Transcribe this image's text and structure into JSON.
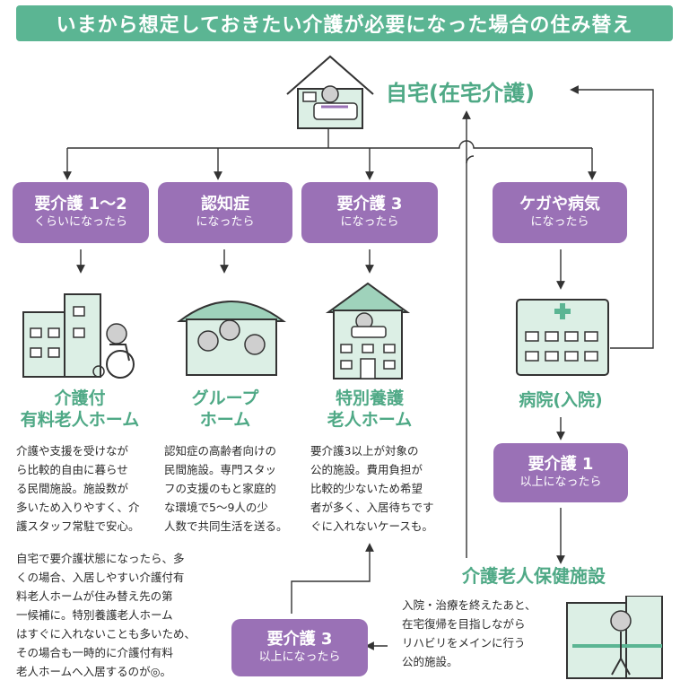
{
  "banner": "いまから想定しておきたい介護が必要になった場合の住み替え",
  "home": {
    "label": "自宅(在宅介護)"
  },
  "conditions": [
    {
      "line1": "要介護 1〜2",
      "line2": "くらいになったら"
    },
    {
      "line1": "認知症",
      "line2": "になったら"
    },
    {
      "line1": "要介護 3",
      "line2": "になったら"
    },
    {
      "line1": "ケガや病気",
      "line2": "になったら"
    }
  ],
  "facilities": [
    {
      "title1": "介護付",
      "title2": "有料老人ホーム",
      "desc": [
        "介護や支援を受けなが",
        "ら比較的自由に暮らせ",
        "る民間施設。施設数が",
        "多いため入りやすく、介",
        "護スタッフ常駐で安心。"
      ]
    },
    {
      "title1": "グループ",
      "title2": "ホーム",
      "desc": [
        "認知症の高齢者向けの",
        "民間施設。専門スタッ",
        "フの支援のもと家庭的",
        "な環境で5〜9人の少",
        "人数で共同生活を送る。"
      ]
    },
    {
      "title1": "特別養護",
      "title2": "老人ホーム",
      "desc": [
        "要介護3以上が対象の",
        "公的施設。費用負担が",
        "比較的少ないため希望",
        "者が多く、入居待ちです",
        "ぐに入れないケースも。"
      ]
    }
  ],
  "hospital": {
    "label": "病院(入院)"
  },
  "care_level1": {
    "line1": "要介護 1",
    "line2": "以上になったら"
  },
  "rehab": {
    "title": "介護老人保健施設",
    "desc": [
      "入院・治療を終えたあと、",
      "在宅復帰を目指しながら",
      "リハビリをメインに行う",
      "公的施設。"
    ]
  },
  "care_level3": {
    "line1": "要介護 3",
    "line2": "以上になったら"
  },
  "note": [
    "自宅で要介護状態になったら、多",
    "くの場合、入居しやすい介護付有",
    "料老人ホームが住み替え先の第",
    "一候補に。特別養護老人ホーム",
    "はすぐに入れないことも多いため、",
    "その場合も一時的に介護付有料",
    "老人ホームへ入居するのが◎。"
  ],
  "colors": {
    "green": "#5bb593",
    "purple": "#9a71b6",
    "mint": "#dcefe5",
    "line": "#333333"
  }
}
